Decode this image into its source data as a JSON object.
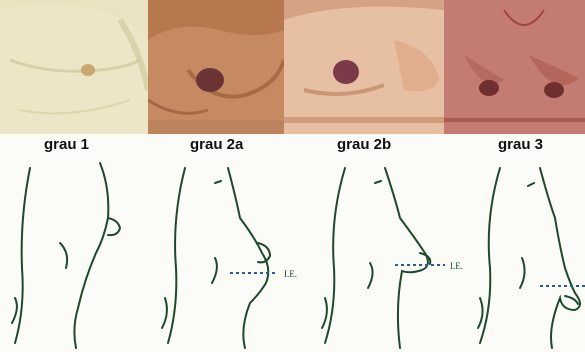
{
  "grades": [
    {
      "label": "grau 1"
    },
    {
      "label": "grau 2a",
      "annotation": "I.E."
    },
    {
      "label": "grau 2b",
      "annotation": "I.E."
    },
    {
      "label": "grau 3"
    }
  ],
  "colors": {
    "photo1_skin": "#e8e2bf",
    "photo2_skin": "#c98e68",
    "photo3_skin": "#e4b89a",
    "photo4_skin": "#c2736a",
    "areola": "#7a3a3c",
    "line_ink": "#1d4a2b",
    "dotted_line": "#2a5b9a"
  }
}
